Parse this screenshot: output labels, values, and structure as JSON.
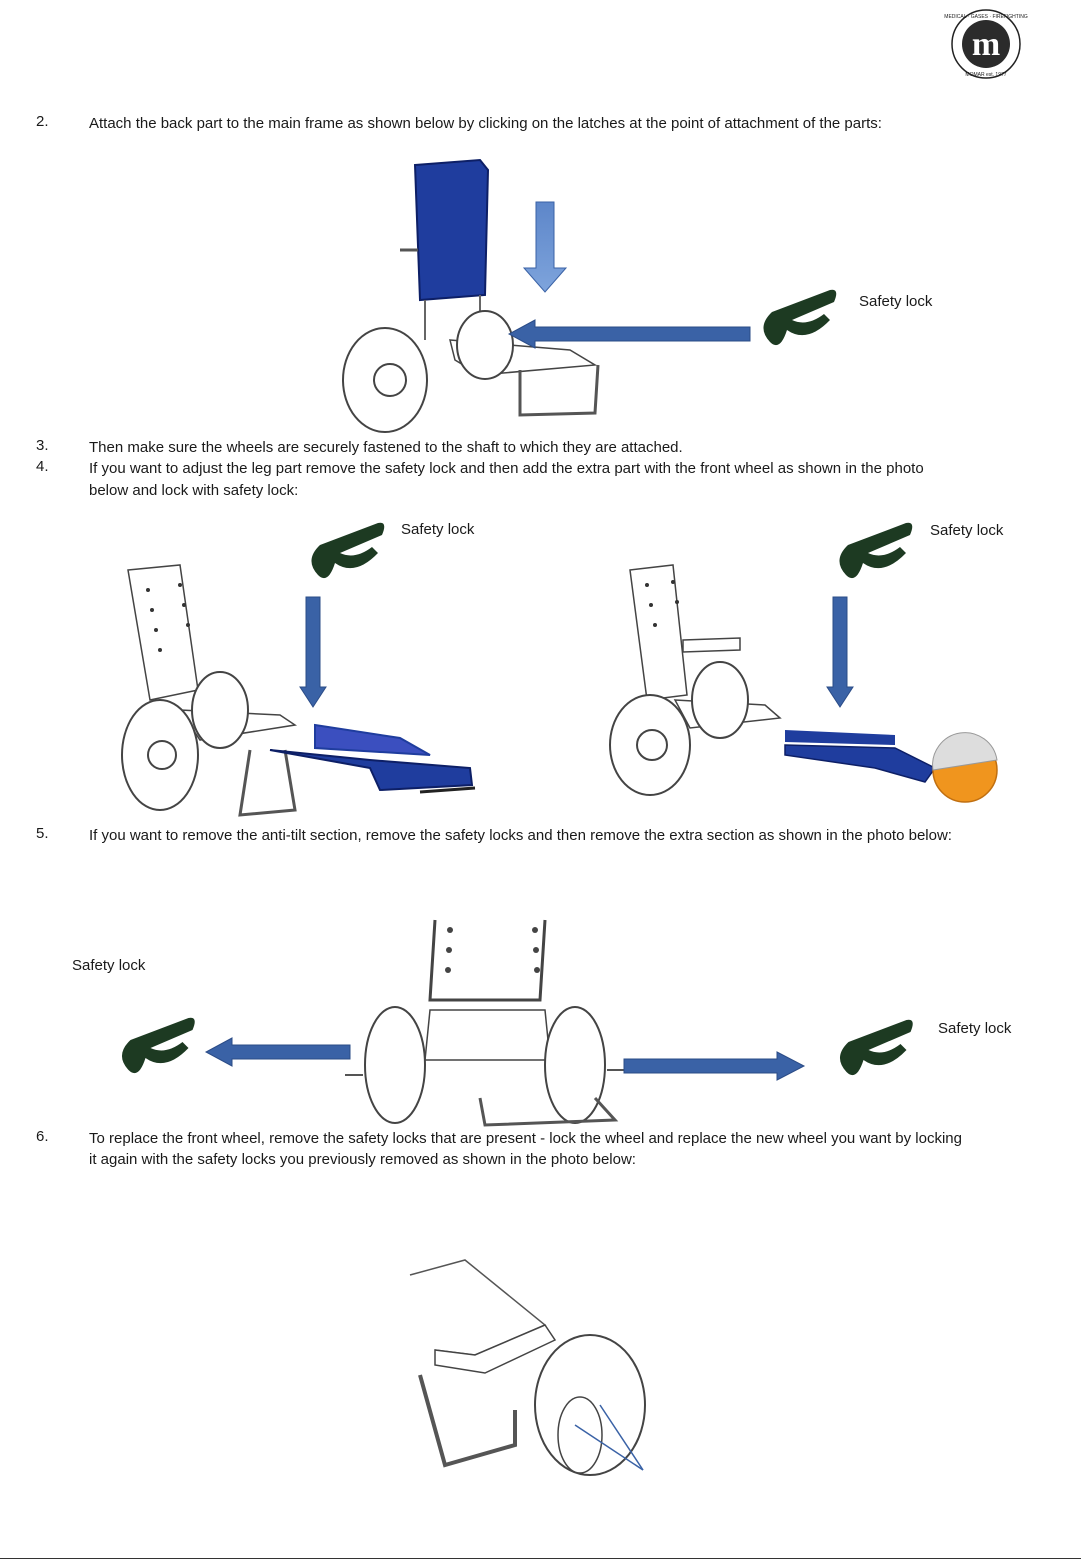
{
  "logo": {
    "ring_text_top": "MEDICAL · GASES · FIREFIGHTING",
    "ring_text_bottom": "MOMAR est. 1977",
    "letter": "m"
  },
  "steps": [
    {
      "number": "2.",
      "lines": [
        "Attach the back part to the main frame as shown below by clicking on the latches at the point of attachment of the parts:"
      ]
    },
    {
      "number": "3.",
      "lines": [
        "Then make sure the wheels are securely fastened to the shaft to which they are attached."
      ]
    },
    {
      "number": "4.",
      "lines": [
        "If you want to adjust the leg part remove the safety lock and then add the extra part with the front wheel as shown in the photo",
        "below and lock with safety lock:"
      ]
    },
    {
      "number": "5.",
      "lines": [
        "If you want to remove the anti-tilt section, remove the safety locks and then remove the extra section as shown in the photo below:"
      ]
    },
    {
      "number": "6.",
      "lines": [
        "To replace the front wheel, remove the safety locks that are present - lock the wheel and replace the new wheel you want by locking",
        "it again with the safety locks you previously removed as shown in the photo below:"
      ]
    }
  ],
  "labels": {
    "safety_lock": "Safety lock"
  },
  "colors": {
    "arrow_blue": "#3a62a6",
    "lock_green": "#1d3a22",
    "seat_blue": "#1f3d9e",
    "wheel_orange": "#f0951e"
  }
}
